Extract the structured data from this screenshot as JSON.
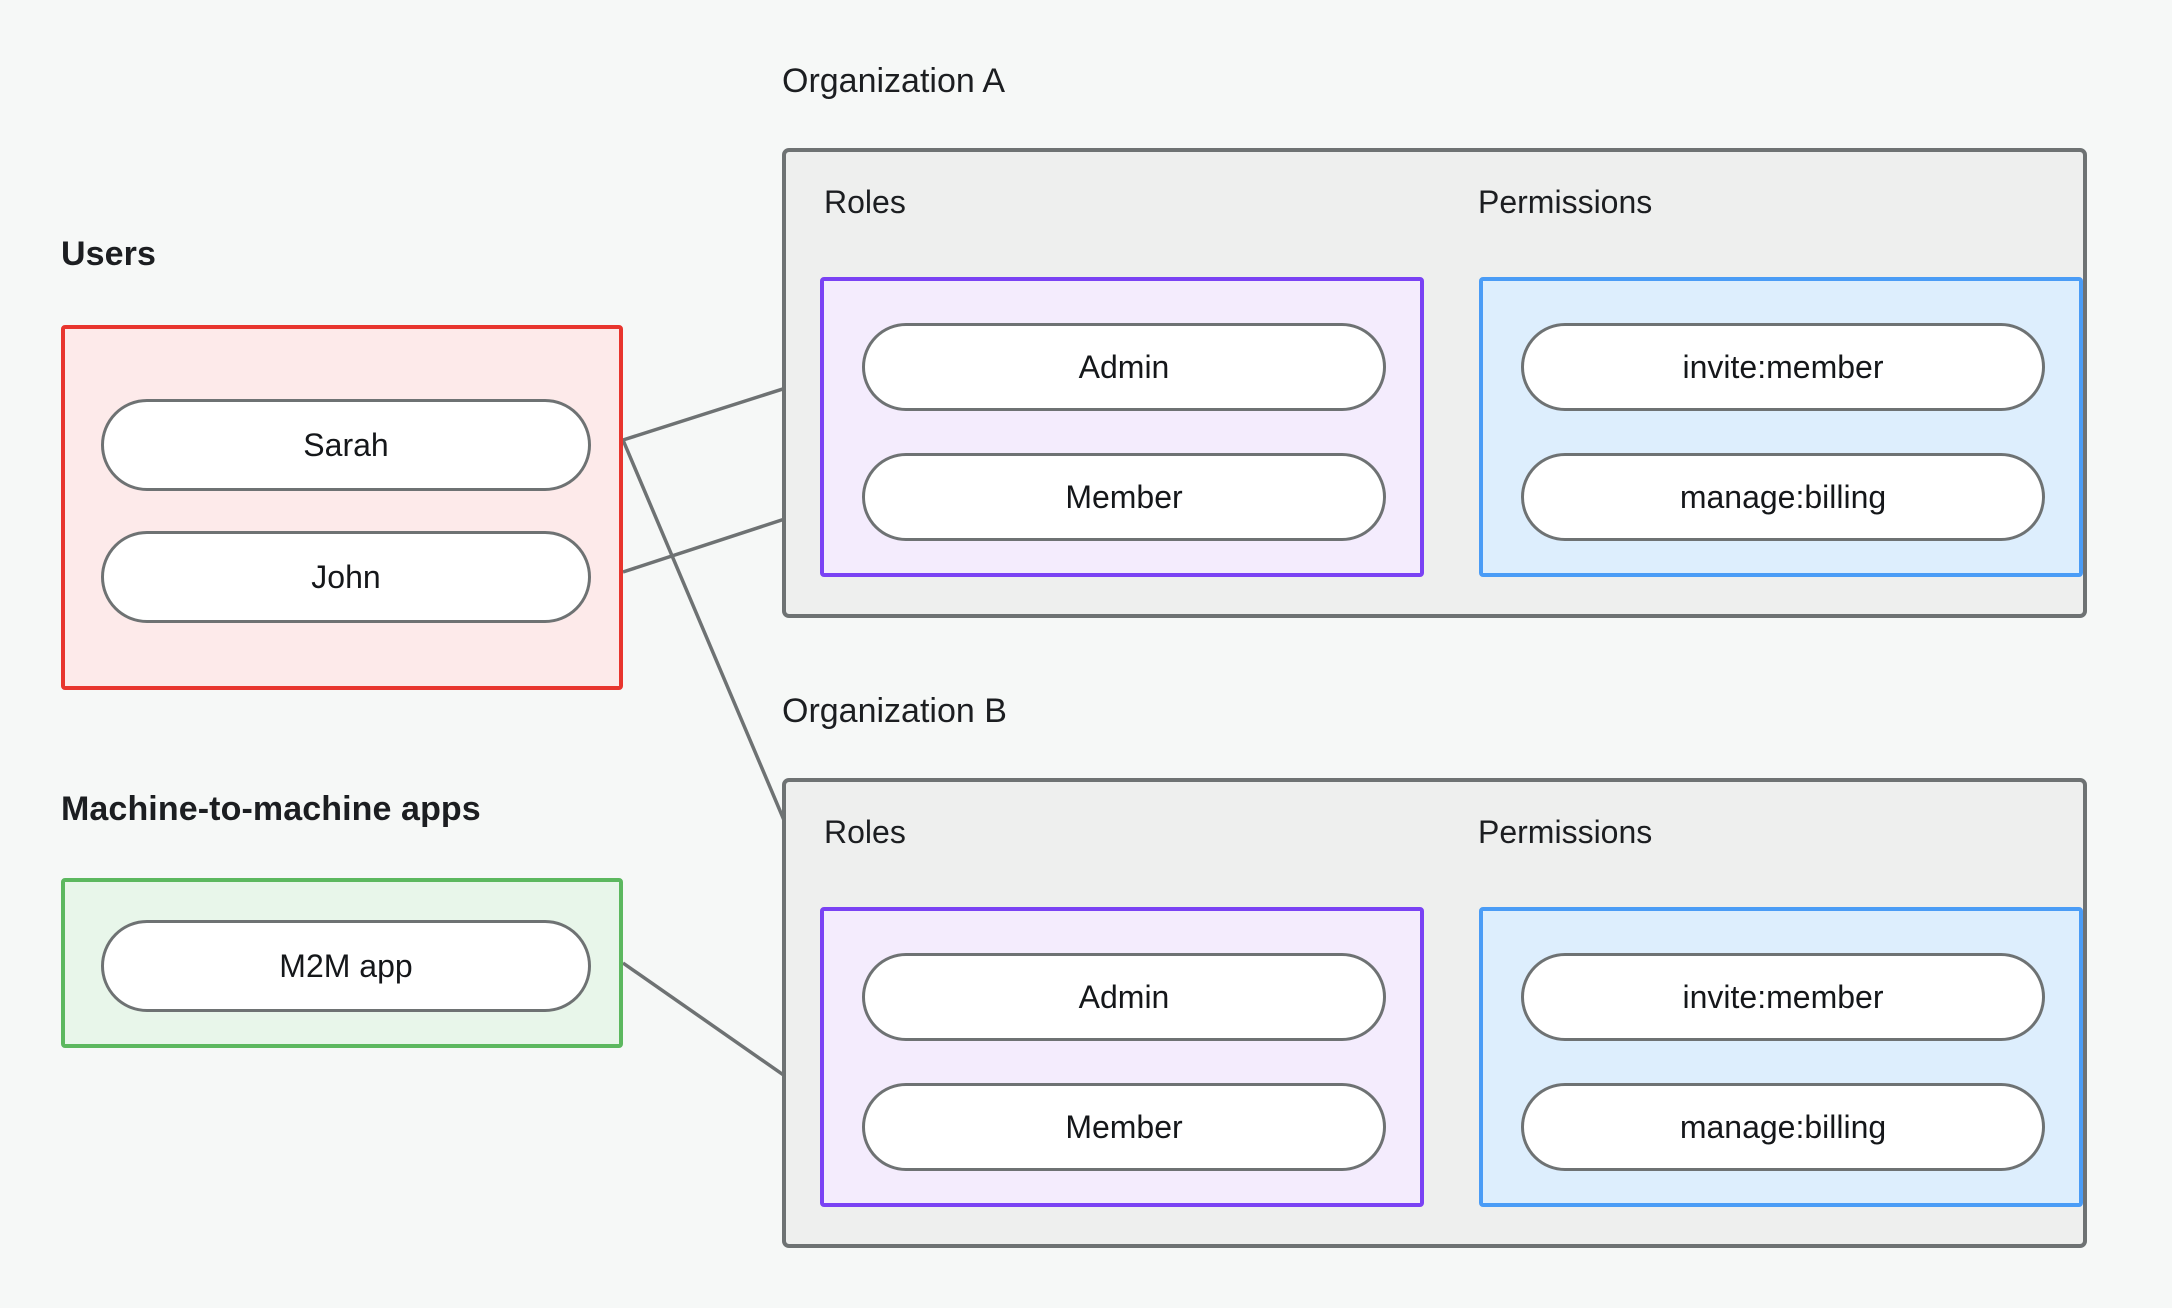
{
  "diagram": {
    "title_users": "Users",
    "title_m2m": "Machine-to-machine apps",
    "title_org_a": "Organization A",
    "title_org_b": "Organization B",
    "label_roles": "Roles",
    "label_permissions": "Permissions",
    "background_color": "#f6f8f7"
  },
  "colors": {
    "users_border": "#e8352e",
    "users_fill": "#fdeaea",
    "m2m_border": "#5cb85f",
    "m2m_fill": "#e8f6ea",
    "org_border": "#6e7273",
    "org_fill": "#eeefee",
    "roles_border": "#7a42f4",
    "roles_fill": "#f4ecfd",
    "permissions_border": "#4a9cf6",
    "permissions_fill": "#ddeefd",
    "node_border": "#6e7273",
    "node_fill": "#ffffff",
    "edge": "#6e7273",
    "text": "#1c1e21"
  },
  "users": {
    "items": [
      {
        "id": "sarah",
        "label": "Sarah"
      },
      {
        "id": "john",
        "label": "John"
      }
    ]
  },
  "m2m": {
    "items": [
      {
        "id": "m2m-app",
        "label": "M2M app"
      }
    ]
  },
  "org_a": {
    "name": "Organization A",
    "roles": [
      {
        "id": "a-admin",
        "label": "Admin"
      },
      {
        "id": "a-member",
        "label": "Member"
      }
    ],
    "permissions": [
      {
        "id": "a-invite",
        "label": "invite:member"
      },
      {
        "id": "a-billing",
        "label": "manage:billing"
      }
    ]
  },
  "org_b": {
    "name": "Organization B",
    "roles": [
      {
        "id": "b-admin",
        "label": "Admin"
      },
      {
        "id": "b-member",
        "label": "Member"
      }
    ],
    "permissions": [
      {
        "id": "b-invite",
        "label": "invite:member"
      },
      {
        "id": "b-billing",
        "label": "manage:billing"
      }
    ]
  },
  "edges": [
    {
      "from": "sarah",
      "to": "a-admin"
    },
    {
      "from": "sarah",
      "to": "b-admin"
    },
    {
      "from": "john",
      "to": "a-member"
    },
    {
      "from": "m2m-app",
      "to": "b-member"
    },
    {
      "from": "a-admin",
      "to": "a-invite"
    },
    {
      "from": "a-admin",
      "to": "a-billing"
    },
    {
      "from": "a-member",
      "to": "a-billing"
    },
    {
      "from": "b-admin",
      "to": "b-invite"
    },
    {
      "from": "b-admin",
      "to": "b-billing"
    },
    {
      "from": "b-member",
      "to": "b-billing"
    }
  ]
}
